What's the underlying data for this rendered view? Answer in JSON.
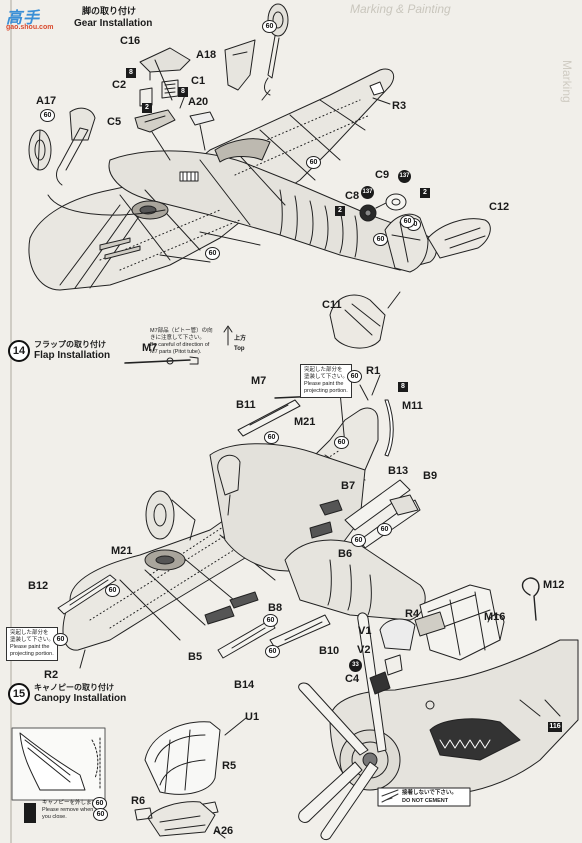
{
  "watermark": {
    "title": "高手",
    "url": "gao.shou.com"
  },
  "header": {
    "jp": "脚の取り付け",
    "en": "Gear Installation",
    "faded": "Marking & Painting"
  },
  "side_faded": "Marking",
  "steps": [
    {
      "number": "14",
      "jp": "フラップの取り付け",
      "en": "Flap Installation"
    },
    {
      "number": "15",
      "jp": "キャノピーの取り付け",
      "en": "Canopy Installation"
    }
  ],
  "notes": {
    "m7_note": "M7部品（ピトー管）の向\nきに注意して下さい。\nBe careful of direction of\nM7 parts (Pitot tube).",
    "top_jp": "上方",
    "top_en": "Top",
    "paint_right": "突起した部分を\n塗装して下さい。\nPlease paint the\nprojecting portion.",
    "paint_left": "突起した部分を\n塗装して下さい。\nPlease paint the\nprojecting portion.",
    "remove": "キャノピーを外します。\nPlease remove when\nyou close.",
    "do_not_cement_jp": "接着しないで下さい。",
    "do_not_cement_en": "DO NOT CEMENT"
  },
  "part_labels": {
    "C16": "C16",
    "A18": "A18",
    "C2": "C2",
    "C1": "C1",
    "A20": "A20",
    "C5": "C5",
    "A17": "A17",
    "R3": "R3",
    "C9": "C9",
    "C8": "C8",
    "C12": "C12",
    "C11": "C11",
    "M7": "M7",
    "M7b": "M7",
    "R1": "R1",
    "B11": "B11",
    "M21": "M21",
    "M11": "M11",
    "B13": "B13",
    "B9": "B9",
    "B7": "B7",
    "B6": "B6",
    "M21b": "M21",
    "B12": "B12",
    "B8": "B8",
    "R2": "R2",
    "B5": "B5",
    "B10": "B10",
    "B14": "B14",
    "M12": "M12",
    "R4": "R4",
    "M16": "M16",
    "V1": "V1",
    "V2": "V2",
    "C4": "C4",
    "U1": "U1",
    "R5": "R5",
    "R6": "R6",
    "A26": "A26"
  },
  "paint_codes": {
    "p1": "60",
    "p2": "60",
    "p3": "60",
    "p4": "60",
    "p5": "60",
    "p6": "60",
    "p7": "60",
    "p8": "60",
    "p9": "60",
    "p10": "60",
    "p11": "60",
    "p12": "60",
    "p13": "60",
    "p14": "60",
    "p15": "60",
    "p16": "60",
    "p17": "60",
    "p18": "60"
  },
  "color_codes": {
    "c8": "8",
    "c8b": "8",
    "c8c": "8",
    "c2": "2",
    "c2b": "2",
    "c2c": "2",
    "c137": "137",
    "c137b": "137",
    "c33": "33",
    "c116": "116"
  }
}
